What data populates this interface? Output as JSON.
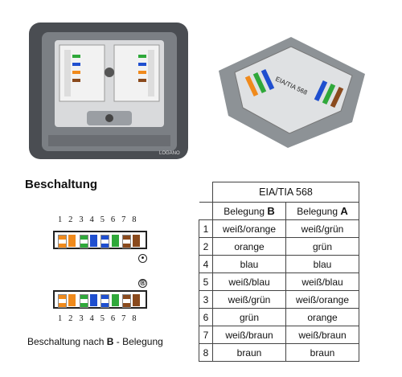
{
  "section_title": "Beschaltung",
  "pin_numbers": [
    "1",
    "2",
    "3",
    "4",
    "5",
    "6",
    "7",
    "8"
  ],
  "socket_label_right": "EIA/TIA 568",
  "socket_brand": "LOGANO",
  "caption": {
    "prefix": "Beschaltung nach ",
    "bold": "B",
    "suffix": " - Belegung"
  },
  "registered_symbol": "®",
  "table": {
    "title": "EIA/TIA 568",
    "col_b_prefix": "Belegung ",
    "col_b_letter": "B",
    "col_a_prefix": "Belegung ",
    "col_a_letter": "A",
    "rows": [
      {
        "pin": "1",
        "b": "weiß/orange",
        "a": "weiß/grün"
      },
      {
        "pin": "2",
        "b": "orange",
        "a": "grün"
      },
      {
        "pin": "4",
        "b": "blau",
        "a": "blau"
      },
      {
        "pin": "5",
        "b": "weiß/blau",
        "a": "weiß/blau"
      },
      {
        "pin": "3",
        "b": "weiß/grün",
        "a": "weiß/orange"
      },
      {
        "pin": "6",
        "b": "grün",
        "a": "orange"
      },
      {
        "pin": "7",
        "b": "weiß/braun",
        "a": "weiß/braun"
      },
      {
        "pin": "8",
        "b": "braun",
        "a": "braun"
      }
    ]
  },
  "colors": {
    "orange": "#f08a1c",
    "green": "#2fa83a",
    "blue": "#1f4fcf",
    "brown": "#8a4a1d",
    "white": "#ffffff"
  }
}
